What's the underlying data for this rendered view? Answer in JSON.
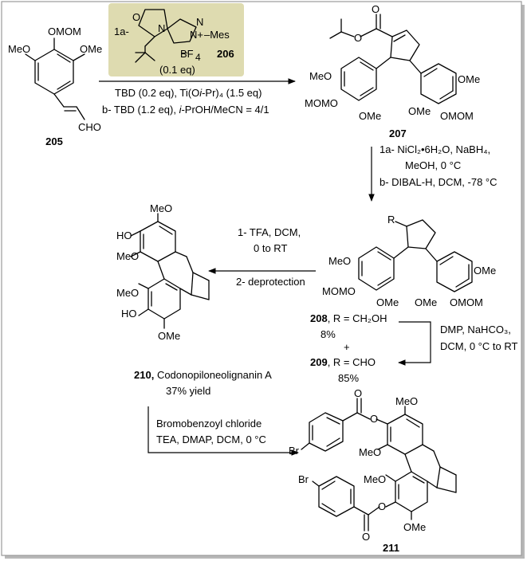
{
  "compounds": {
    "c205": {
      "label": "205",
      "groups": [
        "OMOM",
        "MeO",
        "OMe",
        "CHO"
      ]
    },
    "c206": {
      "label": "206",
      "tag": "1a-",
      "mes": "–Mes",
      "n_label": "N",
      "n_plus": "N+",
      "n_plain": "N",
      "o_label": "O",
      "bf4": "BF4",
      "bf4_sub": "4",
      "minus": "–",
      "loading": "(0.1 eq)"
    },
    "c207": {
      "label": "207",
      "groups": [
        "O",
        "O",
        "MeO",
        "OMe",
        "MOMO",
        "OMe",
        "OMe",
        "OMOM"
      ]
    },
    "c208": {
      "label": "208",
      "text": ", R = CH₂OH",
      "yield": "8%"
    },
    "c209": {
      "label": "209",
      "text": ", R = CHO",
      "yield": "85%"
    },
    "plus": "+",
    "c210": {
      "label": "210,",
      "name": "Codonopiloneolignanin A",
      "yield": "37% yield",
      "groups": [
        "MeO",
        "HO",
        "MeO",
        "MeO",
        "HO",
        "OMe"
      ]
    },
    "c211": {
      "label": "211",
      "groups": [
        "MeO",
        "MeO",
        "MeO",
        "OMe",
        "O",
        "O",
        "O",
        "O",
        "Br",
        "Br"
      ]
    },
    "r_group": "R",
    "s208_groups": [
      "MeO",
      "OMe",
      "MOMO",
      "OMe",
      "OMe",
      "OMOM"
    ]
  },
  "steps": {
    "step1": {
      "line1": "TBD (0.2 eq), Ti(O",
      "line1_i": "i",
      "line1_end": "-Pr)₄ (1.5 eq)",
      "line2_pre": "b- TBD (1.2 eq), ",
      "line2_i": "i",
      "line2_end": "-PrOH/MeCN = 4/1"
    },
    "step2": {
      "l1": "1a- NiCl₂•6H₂O, NaBH₄,",
      "l2": "MeOH, 0 °C",
      "l3": "b- DIBAL-H, DCM, -78 °C"
    },
    "step3": {
      "l1": "1- TFA, DCM,",
      "l2": "0 to RT",
      "l3": "2- deprotection"
    },
    "step4": {
      "l1": "DMP, NaHCO₃,",
      "l2": "DCM, 0 °C to RT"
    },
    "step5": {
      "l1": "Bromobenzoyl chloride",
      "l2": "TEA, DMAP, DCM, 0 °C"
    }
  },
  "colors": {
    "frame": "#9a9a9a",
    "catalyst_box": "#dedbb0",
    "text": "#000000"
  }
}
